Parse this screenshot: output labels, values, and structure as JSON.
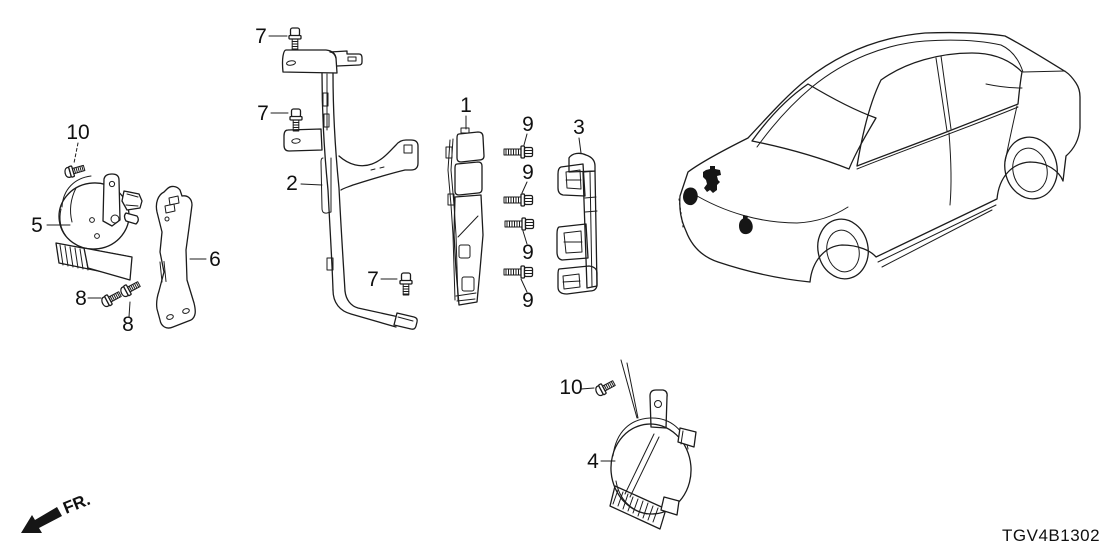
{
  "page": {
    "background": "#ffffff",
    "line_color": "#1c1c1c"
  },
  "diagram": {
    "code": "TGV4B1302",
    "direction_label": "FR.",
    "callouts": {
      "1": "1",
      "2": "2",
      "3": "3",
      "4": "4",
      "5": "5",
      "6": "6",
      "7": "7",
      "8": "8",
      "9": "9",
      "10": "10"
    }
  }
}
